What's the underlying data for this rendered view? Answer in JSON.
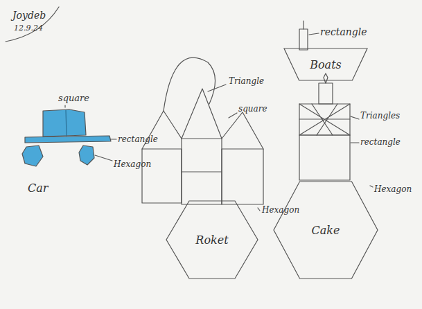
{
  "diagram": {
    "nodes": [
      {
        "text": [
          "Boats"
        ]
      },
      {
        "text": [
          "Roket"
        ]
      },
      {
        "text": [
          "Cake"
        ]
      }
    ],
    "labels": [
      "Joydeb",
      "12.9.24",
      "square",
      "rectangle",
      "Hexagon",
      "Car",
      "Triangle",
      "square",
      "Hexagon",
      "rectangle",
      "Triangles",
      "rectangle",
      "Hexagon"
    ]
  }
}
